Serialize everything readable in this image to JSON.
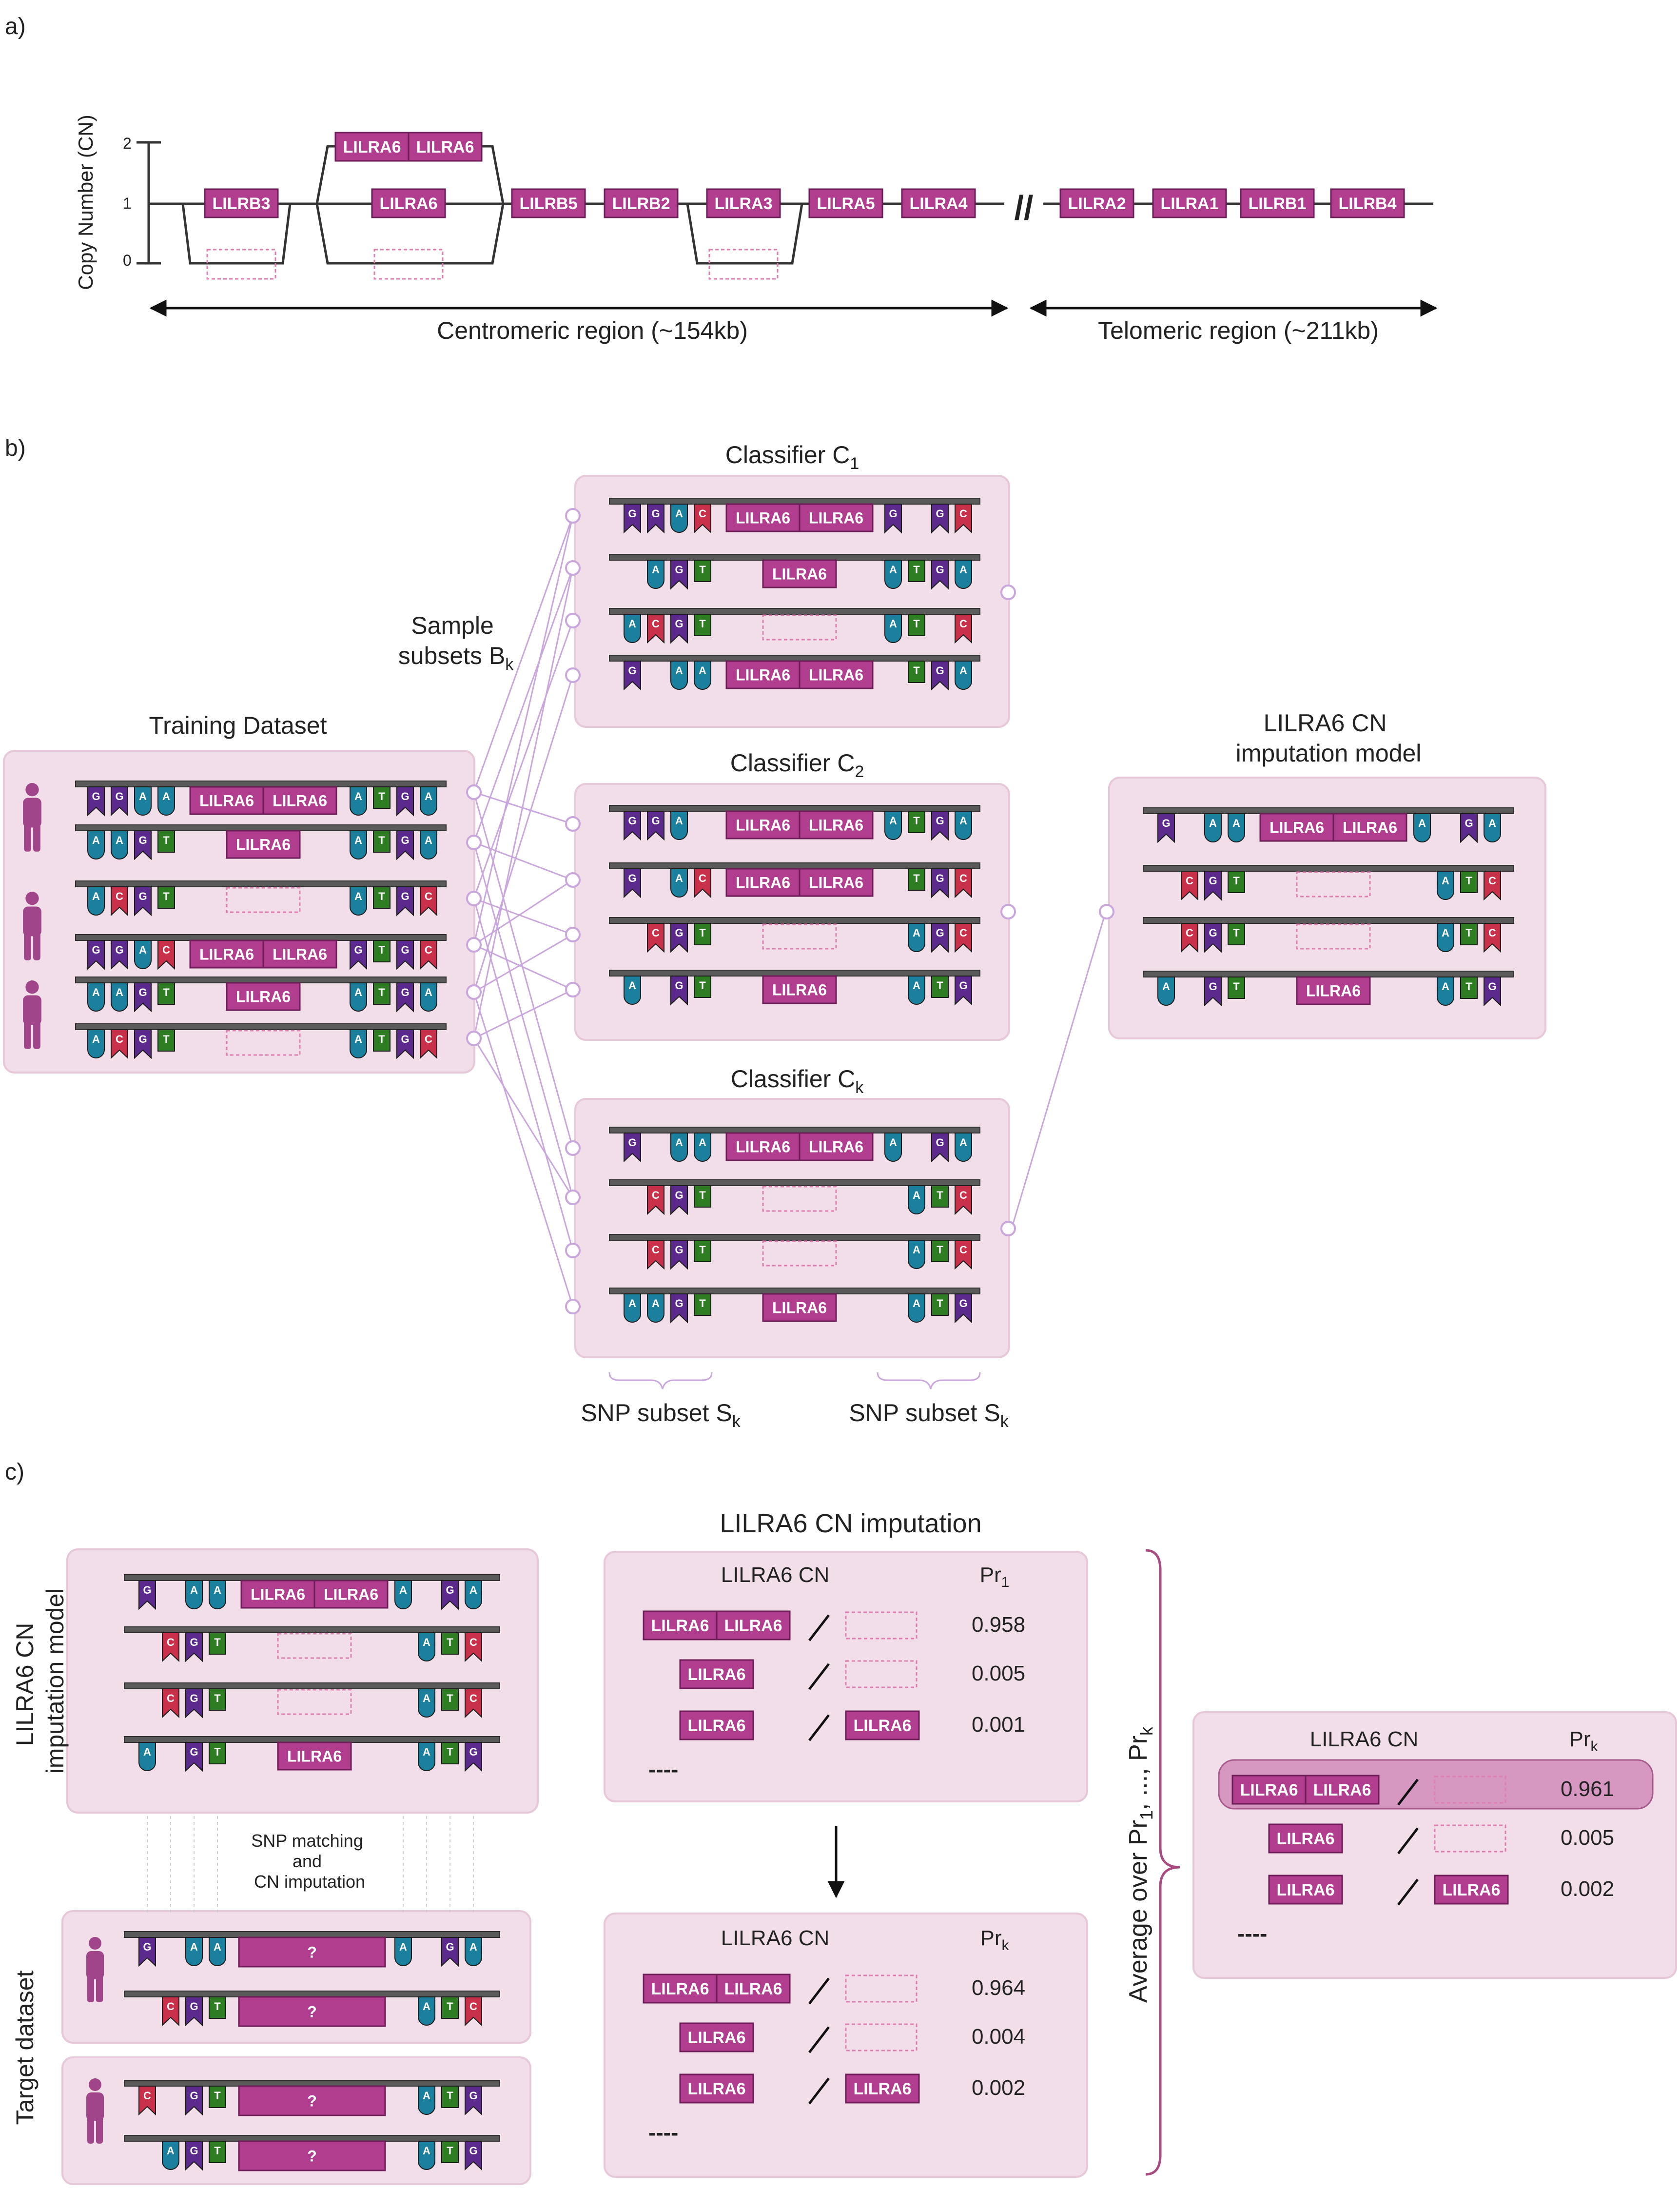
{
  "panel_labels": {
    "a": "a)",
    "b": "b)",
    "c": "c)"
  },
  "colors": {
    "gene": "#b03d8e",
    "A": "#1b7f9e",
    "C": "#c9304a",
    "G": "#5c2a8c",
    "T": "#2f7d22",
    "panel": "#f2dee9",
    "connector": "#c9a6dc"
  },
  "part_a": {
    "ylabel": "Copy Number (CN)",
    "y_ticks": [
      "0",
      "1",
      "2"
    ],
    "genes": [
      "LILRB3",
      "LILRA6",
      "LILRB5",
      "LILRB2",
      "LILRA3",
      "LILRA5",
      "LILRA4",
      "LILRA2",
      "LILRA1",
      "LILRB1",
      "LILRB4"
    ],
    "break_symbol": "//",
    "regions": [
      "Centromeric region (~154kb)",
      "Telomeric region (~211kb)"
    ]
  },
  "part_b": {
    "training_title": "Training Dataset",
    "sample_subsets": [
      "Sample",
      "subsets B"
    ],
    "subscript_k": "k",
    "classifiers": [
      {
        "name": "Classifier C",
        "sub": "1"
      },
      {
        "name": "Classifier C",
        "sub": "2"
      },
      {
        "name": "Classifier C",
        "sub": "k"
      }
    ],
    "model_title": [
      "LILRA6 CN",
      "imputation model"
    ],
    "snp_subset": "SNP subset S",
    "gene": "LILRA6"
  },
  "part_c": {
    "section_title": "LILRA6 CN imputation",
    "model_side_label": [
      "LILRA6 CN",
      "imputation model"
    ],
    "target_label": "Target dataset",
    "matching": [
      "SNP matching",
      "and",
      "CN imputation"
    ],
    "unknown": "?",
    "tables": [
      {
        "cn_header": "LILRA6 CN",
        "pr_header": "Pr",
        "pr_sub": "1",
        "rows": [
          "0.958",
          "0.005",
          "0.001"
        ],
        "more": "----"
      },
      {
        "cn_header": "LILRA6 CN",
        "pr_header": "Pr",
        "pr_sub": "k",
        "rows": [
          "0.964",
          "0.004",
          "0.002"
        ],
        "more": "----"
      },
      {
        "cn_header": "LILRA6 CN",
        "pr_header": "Pr",
        "pr_sub": "k",
        "rows": [
          "0.961",
          "0.005",
          "0.002"
        ],
        "more": "----"
      }
    ],
    "average_label": "Average over Pr",
    "average_subs": [
      "1",
      "k"
    ],
    "average_mid": ", ..., Pr"
  }
}
